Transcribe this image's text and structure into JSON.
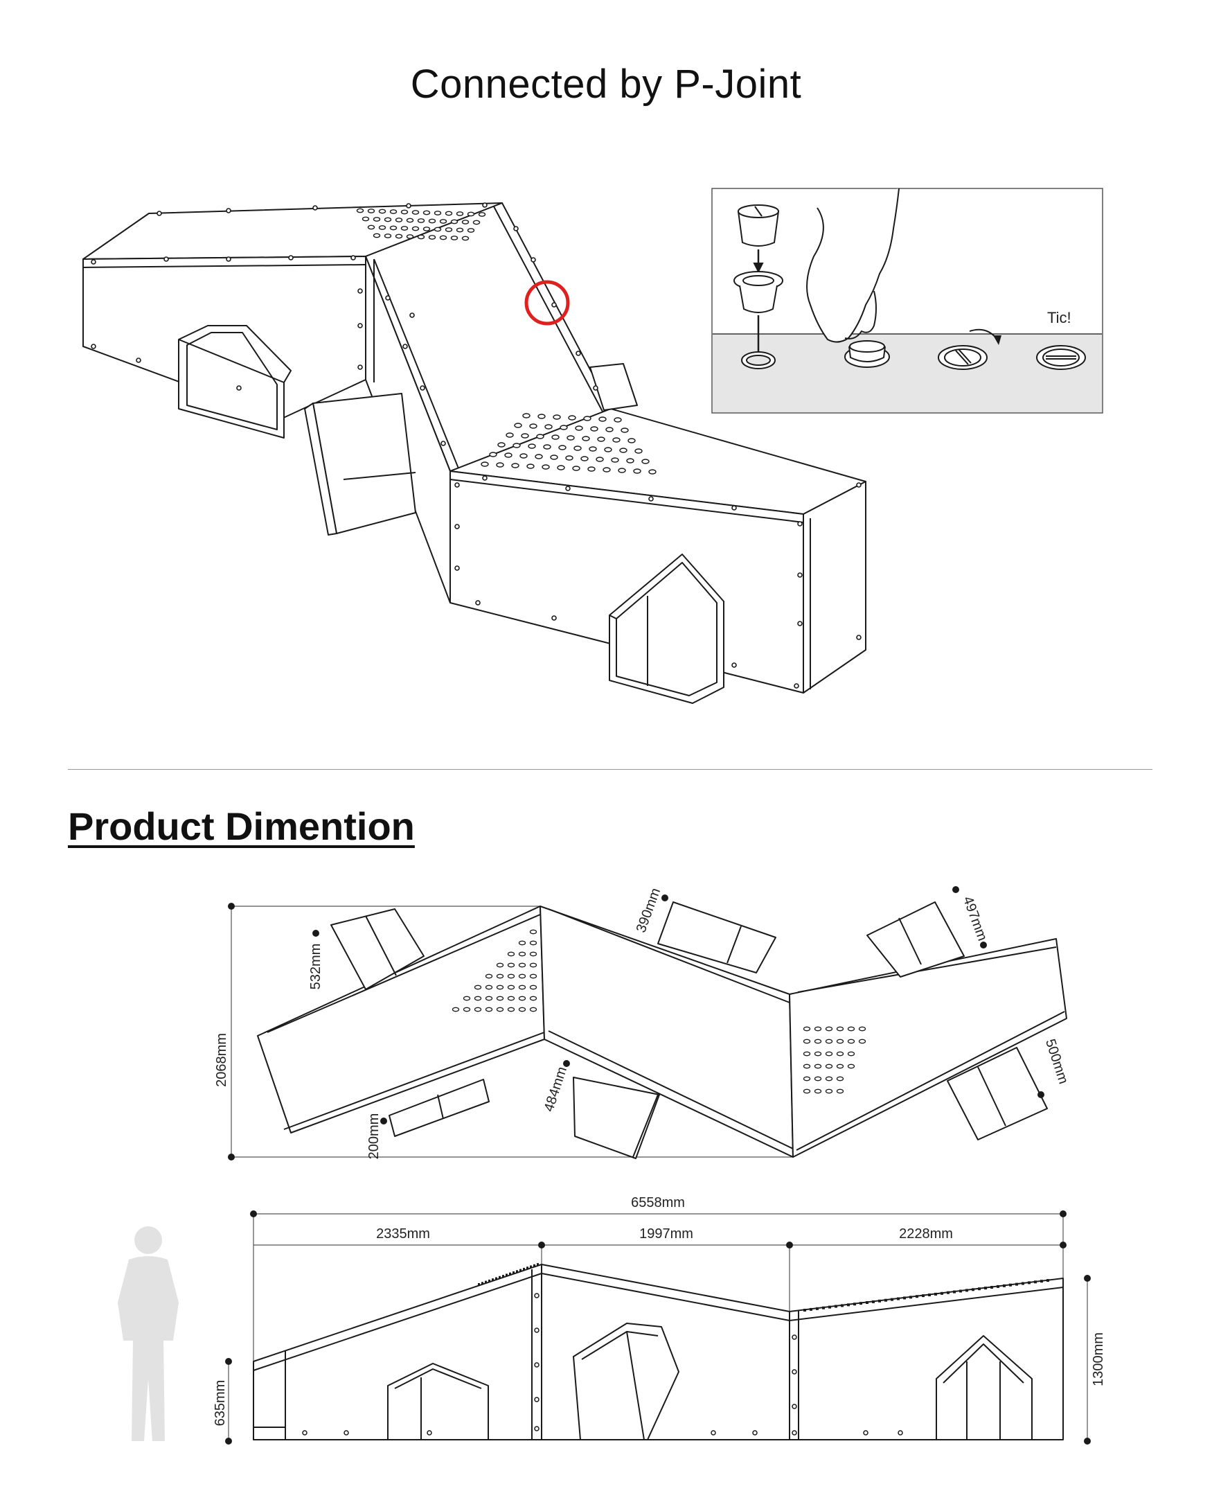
{
  "header": {
    "title": "Connected by P-Joint"
  },
  "joint_detail": {
    "tic_label": "Tic!"
  },
  "section": {
    "title": "Product Dimention"
  },
  "plan_view": {
    "dims": {
      "depth_total": "2068mm",
      "box_532": "532mm",
      "box_390": "390mm",
      "box_497": "497mm",
      "box_484": "484mm",
      "box_200": "200mm",
      "box_500": "500mm"
    }
  },
  "elevation_view": {
    "dims": {
      "length_total": "6558mm",
      "seg_1": "2335mm",
      "seg_2": "1997mm",
      "seg_3": "2228mm",
      "height_total": "1300mm",
      "height_low": "635mm"
    }
  },
  "colors": {
    "highlight": "#e0201f",
    "ground": "#e6e6e6",
    "line": "#1a1a1a",
    "silhouette": "#e2e2e2"
  }
}
